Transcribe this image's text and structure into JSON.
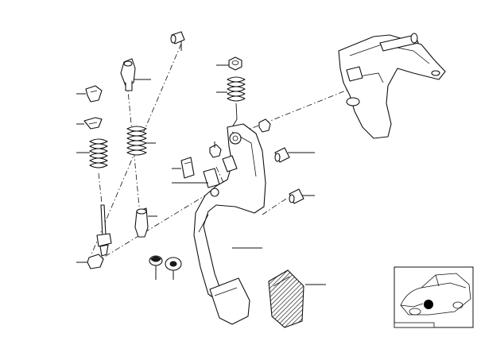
{
  "diagram": {
    "parts": [
      "pin",
      "bushing",
      "clip",
      "retainer",
      "compression-spring",
      "spring",
      "push-rod",
      "return-spring",
      "nut",
      "bolt",
      "mounting-bracket",
      "bracket",
      "plate",
      "pedal-lever",
      "bumper",
      "washer",
      "pedal-pad",
      "pivot-pin",
      "stop-pin"
    ],
    "inset_thumbnail": {
      "icon": "car-thumbnail-icon",
      "marker_color": "#000000"
    }
  }
}
